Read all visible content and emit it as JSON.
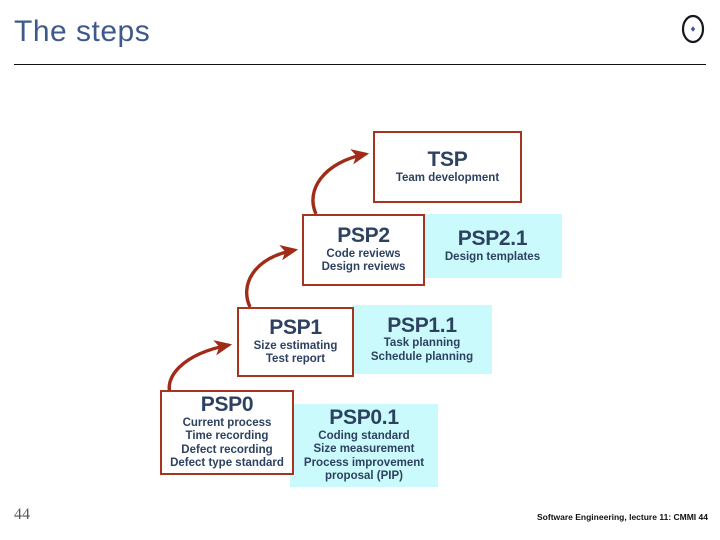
{
  "header": {
    "title": "The steps",
    "logo_icon": "target-circle-icon",
    "title_color": "#3d5a8a",
    "rule_color": "#101010"
  },
  "diagram": {
    "arrow_color": "#a02b16",
    "main_box_border_color": "#a53520",
    "main_box_fill": "#ffffff",
    "sub_box_fill": "#cafafb",
    "text_color": "#2d4260",
    "boxes": [
      {
        "id": "tsp",
        "kind": "main",
        "title": "TSP",
        "lines": [
          "Team development"
        ]
      },
      {
        "id": "psp2",
        "kind": "main",
        "title": "PSP2",
        "lines": [
          "Code reviews",
          "Design reviews"
        ]
      },
      {
        "id": "psp2_1",
        "kind": "sub",
        "title": "PSP2.1",
        "lines": [
          "Design templates"
        ]
      },
      {
        "id": "psp1",
        "kind": "main",
        "title": "PSP1",
        "lines": [
          "Size estimating",
          "Test report"
        ]
      },
      {
        "id": "psp1_1",
        "kind": "sub",
        "title": "PSP1.1",
        "lines": [
          "Task planning",
          "Schedule planning"
        ]
      },
      {
        "id": "psp0",
        "kind": "main",
        "title": "PSP0",
        "lines": [
          "Current process",
          "Time recording",
          "Defect recording",
          "Defect type standard"
        ]
      },
      {
        "id": "psp0_1",
        "kind": "sub",
        "title": "PSP0.1",
        "lines": [
          "Coding standard",
          "Size measurement",
          "Process improvement",
          "proposal (PIP)"
        ]
      }
    ],
    "arrows": [
      {
        "id": "psp0-to-psp1",
        "from": "psp0",
        "to": "psp1"
      },
      {
        "id": "psp1-to-psp2",
        "from": "psp1",
        "to": "psp2"
      },
      {
        "id": "psp2-to-tsp",
        "from": "psp2",
        "to": "tsp"
      }
    ]
  },
  "footer": {
    "slide_number": "44",
    "note": "Software Engineering, lecture 11: CMMI  44"
  }
}
